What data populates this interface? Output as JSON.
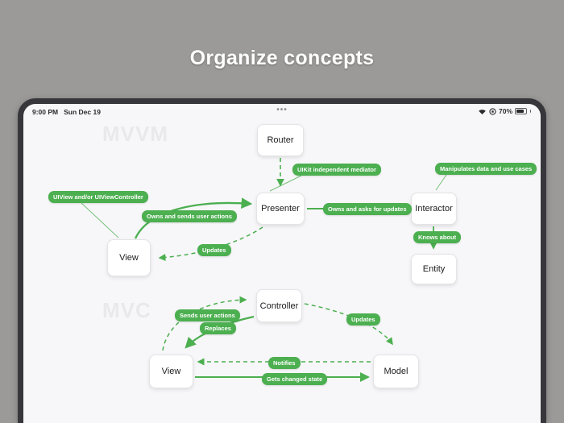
{
  "title": "Organize concepts",
  "statusbar": {
    "time": "9:00 PM",
    "date": "Sun Dec 19",
    "menu_dots": "•••",
    "battery_percent": "70%"
  },
  "colors": {
    "accent_green": "#4caf50",
    "background_gray": "#9b9a98",
    "canvas": "#f7f7f9",
    "frame_dark": "#37373b",
    "watermark_gray": "#e9e9ec"
  },
  "diagram": {
    "sections": {
      "mvvm": "MVVM",
      "mvc": "MVC"
    },
    "nodes": {
      "router": "Router",
      "presenter": "Presenter",
      "interactor": "Interactor",
      "entity": "Entity",
      "view_mvvm": "View",
      "controller": "Controller",
      "view_mvc": "View",
      "model": "Model"
    },
    "labels": {
      "uikit_mediator": "UIKit independent mediator",
      "manipulates": "Manipulates data and use cases",
      "uiview": "UIView and/or UIViewController",
      "owns_sends": "Owns and sends user actions",
      "owns_asks": "Owns and asks for updates",
      "knows_about": "Knows about",
      "updates_mvvm": "Updates",
      "sends_user_actions": "Sends user actions",
      "replaces": "Replaces",
      "updates_mvc": "Updates",
      "notifies": "Notifies",
      "gets_changed": "Gets changed state"
    }
  }
}
